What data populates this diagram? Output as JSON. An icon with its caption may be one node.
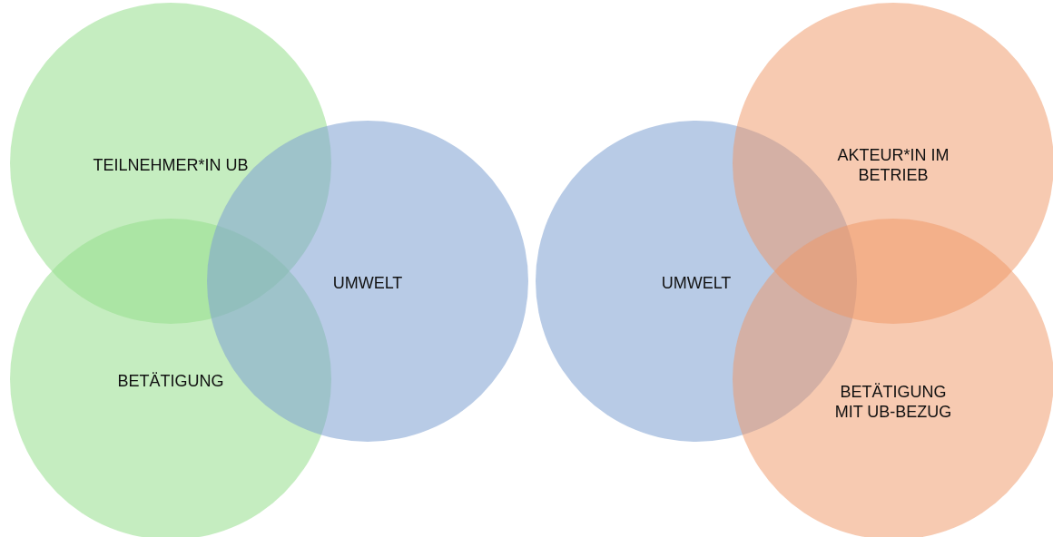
{
  "diagram": {
    "nodes": [
      {
        "text": [
          "TEILNEHMER*IN UB"
        ]
      },
      {
        "text": [
          "BETÄTIGUNG"
        ]
      },
      {
        "text": [
          "UMWELT"
        ]
      },
      {
        "text": [
          "UMWELT"
        ]
      },
      {
        "text": [
          "AKTEUR*IN IM BETRIEB"
        ]
      },
      {
        "text": [
          "BETÄTIGUNG MIT UB-BEZUG"
        ]
      }
    ]
  }
}
